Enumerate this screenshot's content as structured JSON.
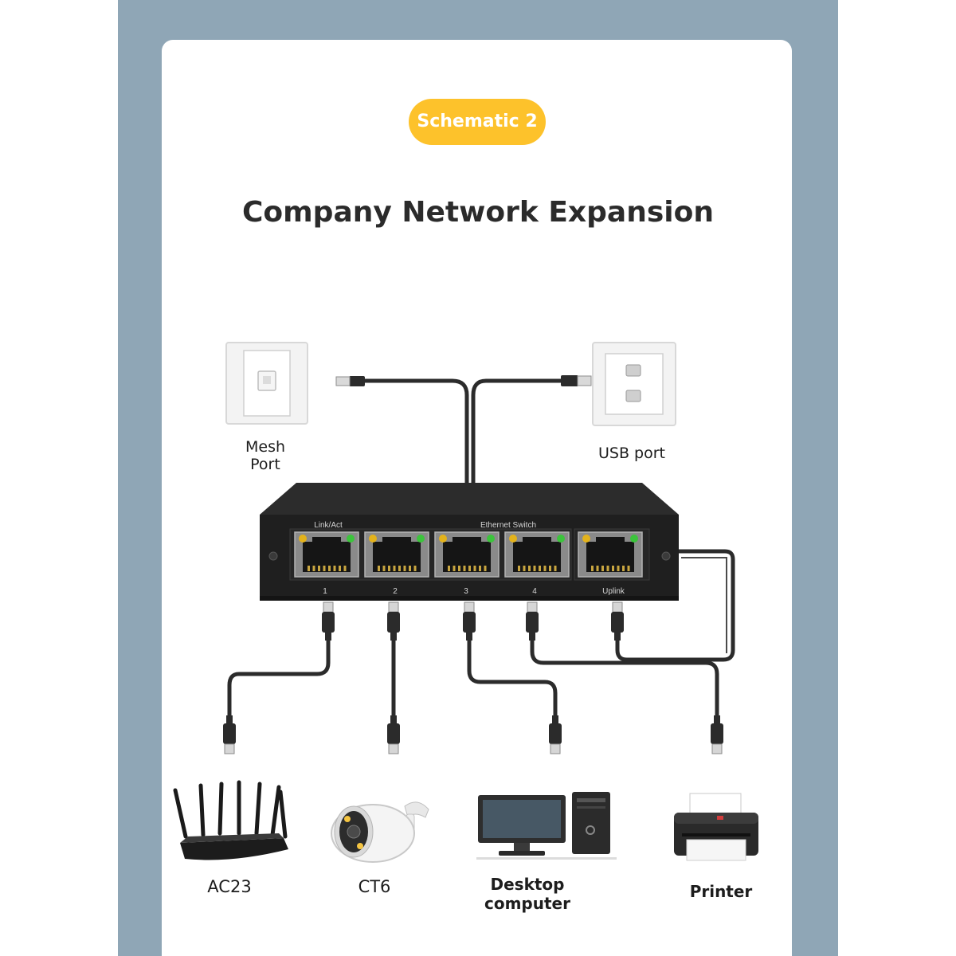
{
  "badge": {
    "text": "Schematic 2"
  },
  "title": "Company Network Expansion",
  "switch": {
    "left_label": "Link/Act",
    "center_label": "Ethernet Switch",
    "ports": [
      "1",
      "2",
      "3",
      "4"
    ],
    "uplink_label": "Uplink"
  },
  "sources": {
    "mesh_port": [
      "Mesh",
      "Port"
    ],
    "usb_port": "USB port"
  },
  "devices": [
    {
      "label": "AC23"
    },
    {
      "label": "CT6"
    },
    {
      "label_lines": [
        "Desktop",
        "computer"
      ]
    },
    {
      "label": "Printer"
    }
  ],
  "colors": {
    "frame": "#8fa6b6",
    "badge": "#fdc22b",
    "switch_body": "#1f1f1f",
    "led_yellow": "#e3b21b",
    "led_green": "#3cc43c"
  }
}
